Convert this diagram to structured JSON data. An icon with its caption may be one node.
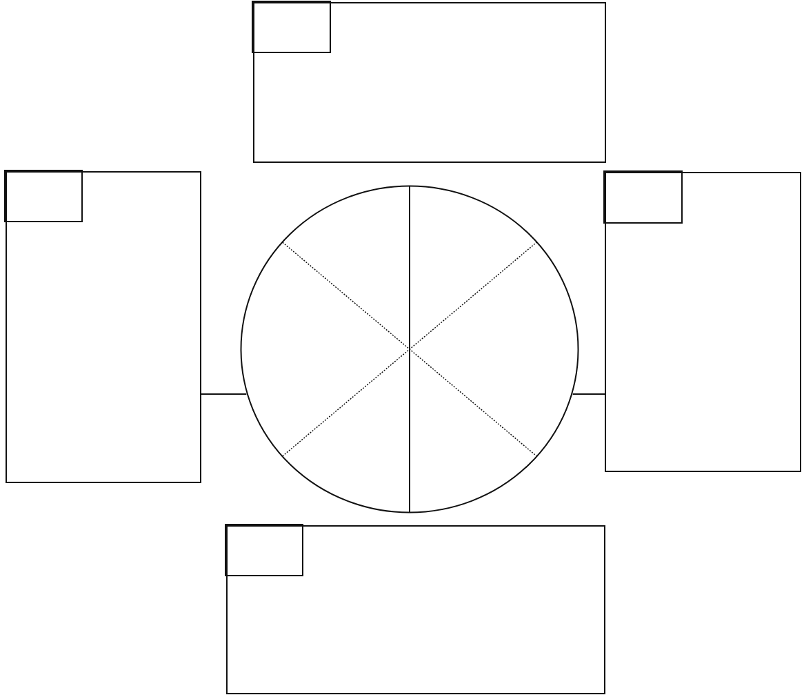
{
  "diagram": {
    "nodes": [
      {
        "text": [],
        "shape": "box"
      },
      {
        "text": [],
        "shape": "box",
        "in": 0
      },
      {
        "text": [],
        "shape": "box"
      },
      {
        "text": [],
        "shape": "box",
        "in": 2
      },
      {
        "text": [],
        "shape": "circle"
      },
      {
        "text": [],
        "shape": "box"
      },
      {
        "text": [],
        "shape": "box",
        "in": 5
      },
      {
        "text": [],
        "shape": "box"
      },
      {
        "text": [],
        "shape": "box",
        "in": 7
      }
    ],
    "edges": [
      {
        "from": 2,
        "to": 4,
        "arrow": "none"
      },
      {
        "from": 4,
        "to": 5,
        "arrow": "none"
      }
    ]
  }
}
